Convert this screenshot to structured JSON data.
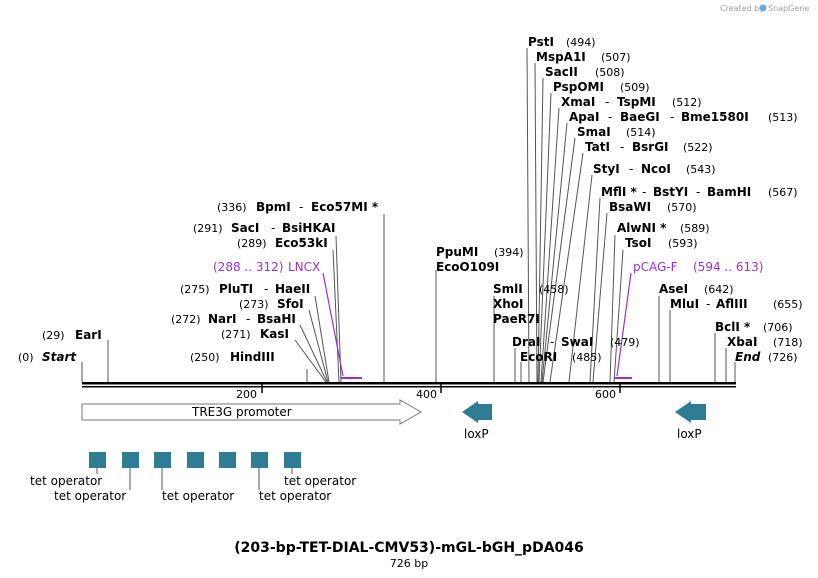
{
  "watermark": {
    "prefix": "Created by",
    "brand": "SnapGene"
  },
  "title": "(203-bp-TET-DIAL-CMV53)-mGL-bGH_pDA046",
  "subtitle": "726 bp",
  "ends": {
    "start": {
      "label": "Start",
      "pos": "(0)"
    },
    "end": {
      "label": "End",
      "pos": "(726)"
    }
  },
  "ticks": [
    "200",
    "400",
    "600"
  ],
  "sites": [
    {
      "names": [
        "EarI"
      ],
      "pos": "(29)",
      "side": "left"
    },
    {
      "names": [
        "HindIII"
      ],
      "pos": "(250)",
      "side": "left"
    },
    {
      "names": [
        "KasI"
      ],
      "pos": "(271)",
      "side": "left"
    },
    {
      "names": [
        "NarI",
        "BsaHI"
      ],
      "pos": "(272)",
      "side": "left"
    },
    {
      "names": [
        "SfoI"
      ],
      "pos": "(273)",
      "side": "left"
    },
    {
      "names": [
        "PluTI",
        "HaeII"
      ],
      "pos": "(275)",
      "side": "left"
    },
    {
      "names": [
        "Eco53kI"
      ],
      "pos": "(289)",
      "side": "left"
    },
    {
      "names": [
        "SacI",
        "BsiHKAI"
      ],
      "pos": "(291)",
      "side": "left"
    },
    {
      "names": [
        "BpmI",
        "Eco57MI *"
      ],
      "pos": "(336)",
      "side": "left"
    },
    {
      "names": [
        "PpuMI"
      ],
      "pos": "(394)",
      "side": "right"
    },
    {
      "names": [
        "EcoO109I"
      ],
      "pos": "",
      "side": "right"
    },
    {
      "names": [
        "SmlI"
      ],
      "pos": "(458)",
      "side": "right"
    },
    {
      "names": [
        "XhoI"
      ],
      "pos": "",
      "side": "right"
    },
    {
      "names": [
        "PaeR7I"
      ],
      "pos": "",
      "side": "right"
    },
    {
      "names": [
        "DraI",
        "SwaI"
      ],
      "pos": "(479)",
      "side": "right"
    },
    {
      "names": [
        "EcoRI"
      ],
      "pos": "(485)",
      "side": "right"
    },
    {
      "names": [
        "PstI"
      ],
      "pos": "(494)",
      "side": "right"
    },
    {
      "names": [
        "MspA1I"
      ],
      "pos": "(507)",
      "side": "right"
    },
    {
      "names": [
        "SacII"
      ],
      "pos": "(508)",
      "side": "right"
    },
    {
      "names": [
        "PspOMI"
      ],
      "pos": "(509)",
      "side": "right"
    },
    {
      "names": [
        "XmaI",
        "TspMI"
      ],
      "pos": "(512)",
      "side": "right"
    },
    {
      "names": [
        "ApaI",
        "BaeGI",
        "Bme1580I"
      ],
      "pos": "(513)",
      "side": "right"
    },
    {
      "names": [
        "SmaI"
      ],
      "pos": "(514)",
      "side": "right"
    },
    {
      "names": [
        "TatI",
        "BsrGI"
      ],
      "pos": "(522)",
      "side": "right"
    },
    {
      "names": [
        "StyI",
        "NcoI"
      ],
      "pos": "(543)",
      "side": "right"
    },
    {
      "names": [
        "MflI *",
        "BstYI",
        "BamHI"
      ],
      "pos": "(567)",
      "side": "right"
    },
    {
      "names": [
        "BsaWI"
      ],
      "pos": "(570)",
      "side": "right"
    },
    {
      "names": [
        "AlwNI *"
      ],
      "pos": "(589)",
      "side": "right"
    },
    {
      "names": [
        "TsoI"
      ],
      "pos": "(593)",
      "side": "right"
    },
    {
      "names": [
        "AseI"
      ],
      "pos": "(642)",
      "side": "right"
    },
    {
      "names": [
        "MluI",
        "AflIII"
      ],
      "pos": "(655)",
      "side": "right"
    },
    {
      "names": [
        "BclI *"
      ],
      "pos": "(706)",
      "side": "right"
    },
    {
      "names": [
        "XbaI"
      ],
      "pos": "(718)",
      "side": "right"
    }
  ],
  "primers": [
    {
      "name": "LNCX",
      "range": "(288 .. 312)"
    },
    {
      "name": "pCAG-F",
      "range": "(594 .. 613)"
    }
  ],
  "features": {
    "promoter": {
      "label": "TRE3G promoter"
    },
    "loxp": [
      "loxP",
      "loxP"
    ],
    "operators": [
      "tet operator",
      "tet operator",
      "tet operator",
      "tet operator",
      "tet operator"
    ]
  },
  "colors": {
    "feature": "#2e7d94",
    "primer": "#9b30d9",
    "line": "#555555"
  }
}
